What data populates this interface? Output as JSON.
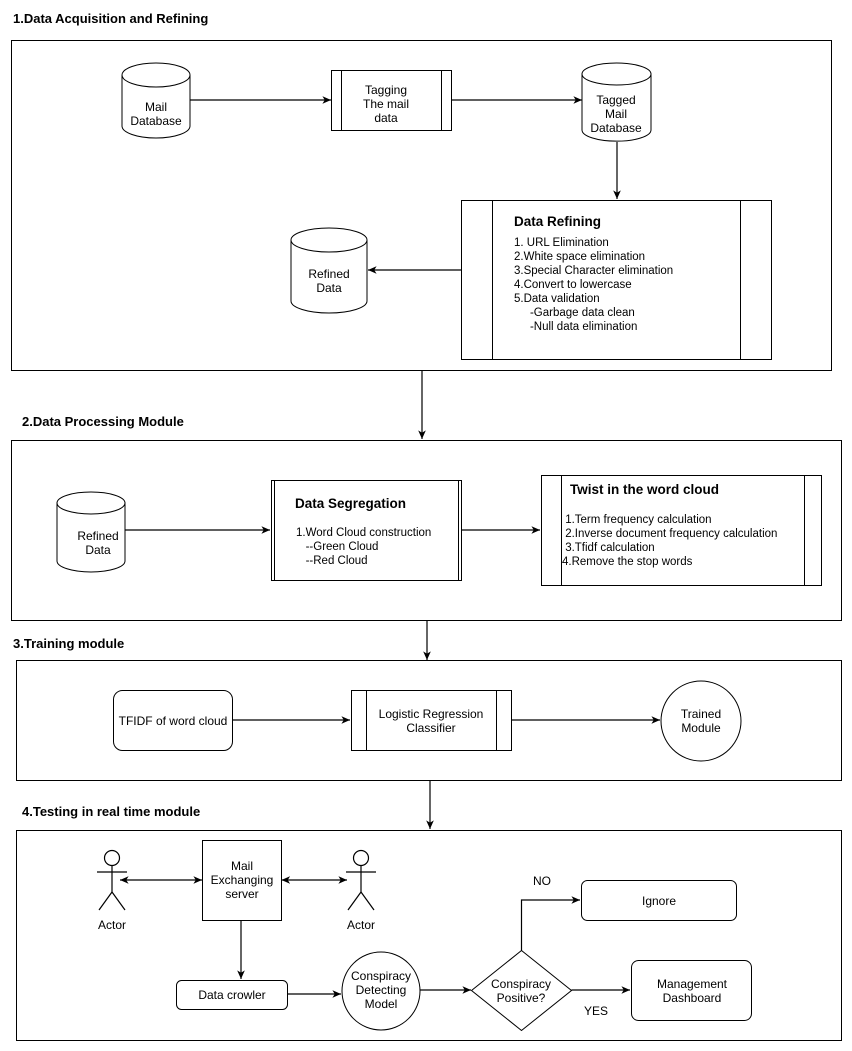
{
  "sections": {
    "s1": "1.Data Acquisition and Refining",
    "s2": "2.Data Processing Module",
    "s3": "3.Training module",
    "s4": "4.Testing in  real time module"
  },
  "s1": {
    "mail_db": [
      "Mail",
      "Database"
    ],
    "tagging": [
      "Tagging",
      "The mail",
      "data"
    ],
    "tagged_db": [
      "Tagged",
      "Mail",
      "Database"
    ],
    "refined_db": [
      "Refined",
      "Data"
    ],
    "refining": {
      "title": "Data Refining",
      "items": [
        "1. URL Elimination",
        "2.White space elimination",
        "3.Special Character elimination",
        "4.Convert to lowercase",
        "5.Data validation",
        "     -Garbage data clean",
        "     -Null data elimination"
      ]
    }
  },
  "s2": {
    "refined_db": [
      "Refined",
      "Data"
    ],
    "segregation": {
      "title": "Data Segregation",
      "items": [
        "1.Word Cloud construction",
        "   --Green Cloud",
        "   --Red Cloud"
      ]
    },
    "twist": {
      "title": "Twist in the word cloud",
      "items": [
        " 1.Term frequency calculation",
        " 2.Inverse document frequency calculation",
        " 3.Tfidf calculation",
        "4.Remove the stop words"
      ]
    }
  },
  "s3": {
    "tfidf": "TFIDF of word cloud",
    "classifier": [
      "Logistic Regression",
      "Classifier"
    ],
    "trained": [
      "Trained",
      "Module"
    ]
  },
  "s4": {
    "actor_left": "Actor",
    "actor_right": "Actor",
    "server": [
      "Mail",
      "Exchanging",
      "server"
    ],
    "crawler": "Data crowler",
    "model": [
      "Conspiracy",
      "Detecting",
      "Model"
    ],
    "decision": [
      "Conspiracy",
      "Positive?"
    ],
    "no_label": "NO",
    "yes_label": "YES",
    "ignore": "Ignore",
    "dashboard": [
      "Management",
      "Dashboard"
    ]
  }
}
